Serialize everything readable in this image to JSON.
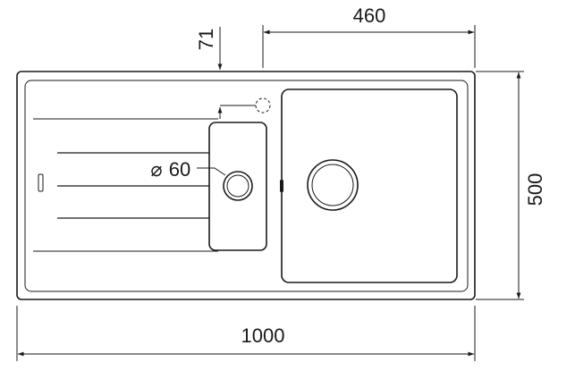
{
  "dimensions": {
    "overall_width": "1000",
    "overall_depth": "500",
    "main_bowl_width": "460",
    "tap_hole_offset": "71",
    "waste_diameter": "60",
    "diameter_symbol": "⌀"
  },
  "colors": {
    "line": "#1a1a1a",
    "background": "#ffffff"
  }
}
